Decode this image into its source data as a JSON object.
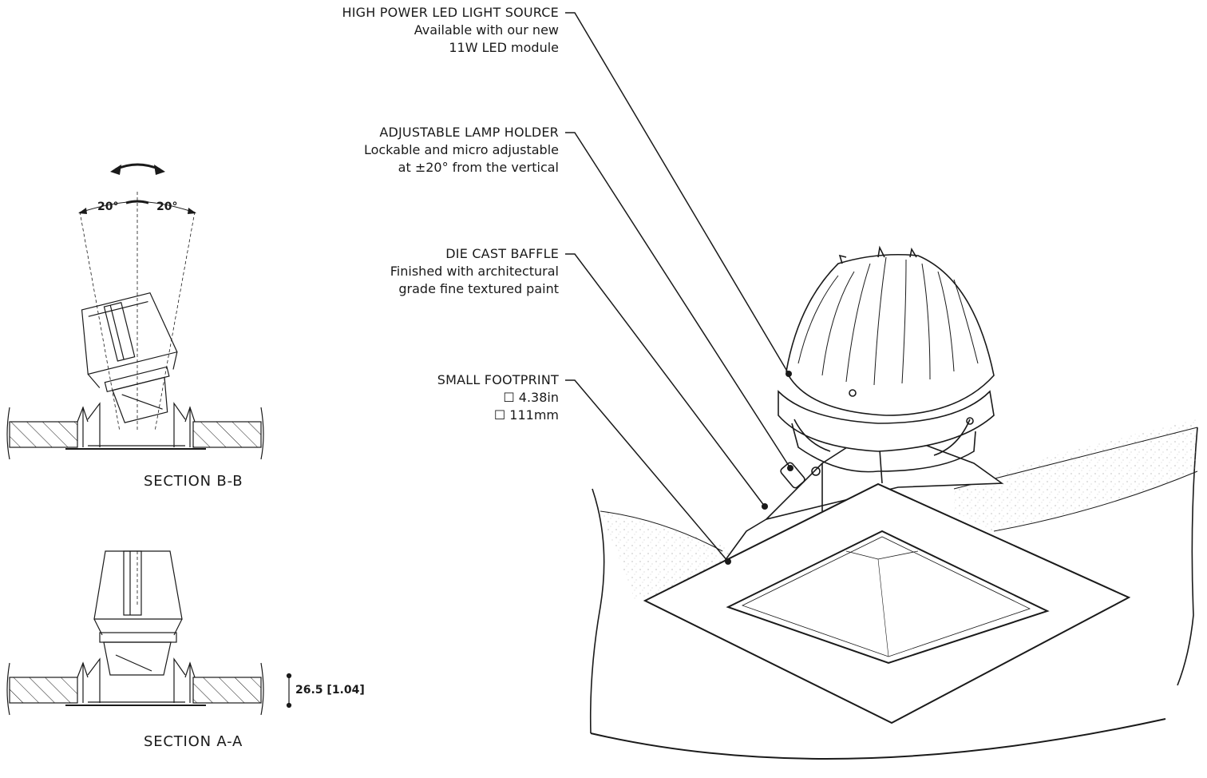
{
  "callouts": [
    {
      "title": "HIGH POWER LED LIGHT SOURCE",
      "line1": "Available with our new",
      "line2": "11W LED module"
    },
    {
      "title": "ADJUSTABLE LAMP HOLDER",
      "line1": "Lockable and micro adjustable",
      "line2": "at ±20° from the vertical"
    },
    {
      "title": "DIE CAST BAFFLE",
      "line1": "Finished with architectural",
      "line2": "grade fine textured paint"
    },
    {
      "title": "SMALL FOOTPRINT",
      "line1": "☐ 4.38in",
      "line2": "☐ 111mm"
    }
  ],
  "sections": {
    "bb_label": "SECTION B-B",
    "aa_label": "SECTION A-A",
    "angle_left": "20°",
    "angle_right": "20°",
    "dimension": "26.5 [1.04]"
  },
  "colors": {
    "line": "#1a1a1a",
    "texture": "#d8d8d8"
  }
}
